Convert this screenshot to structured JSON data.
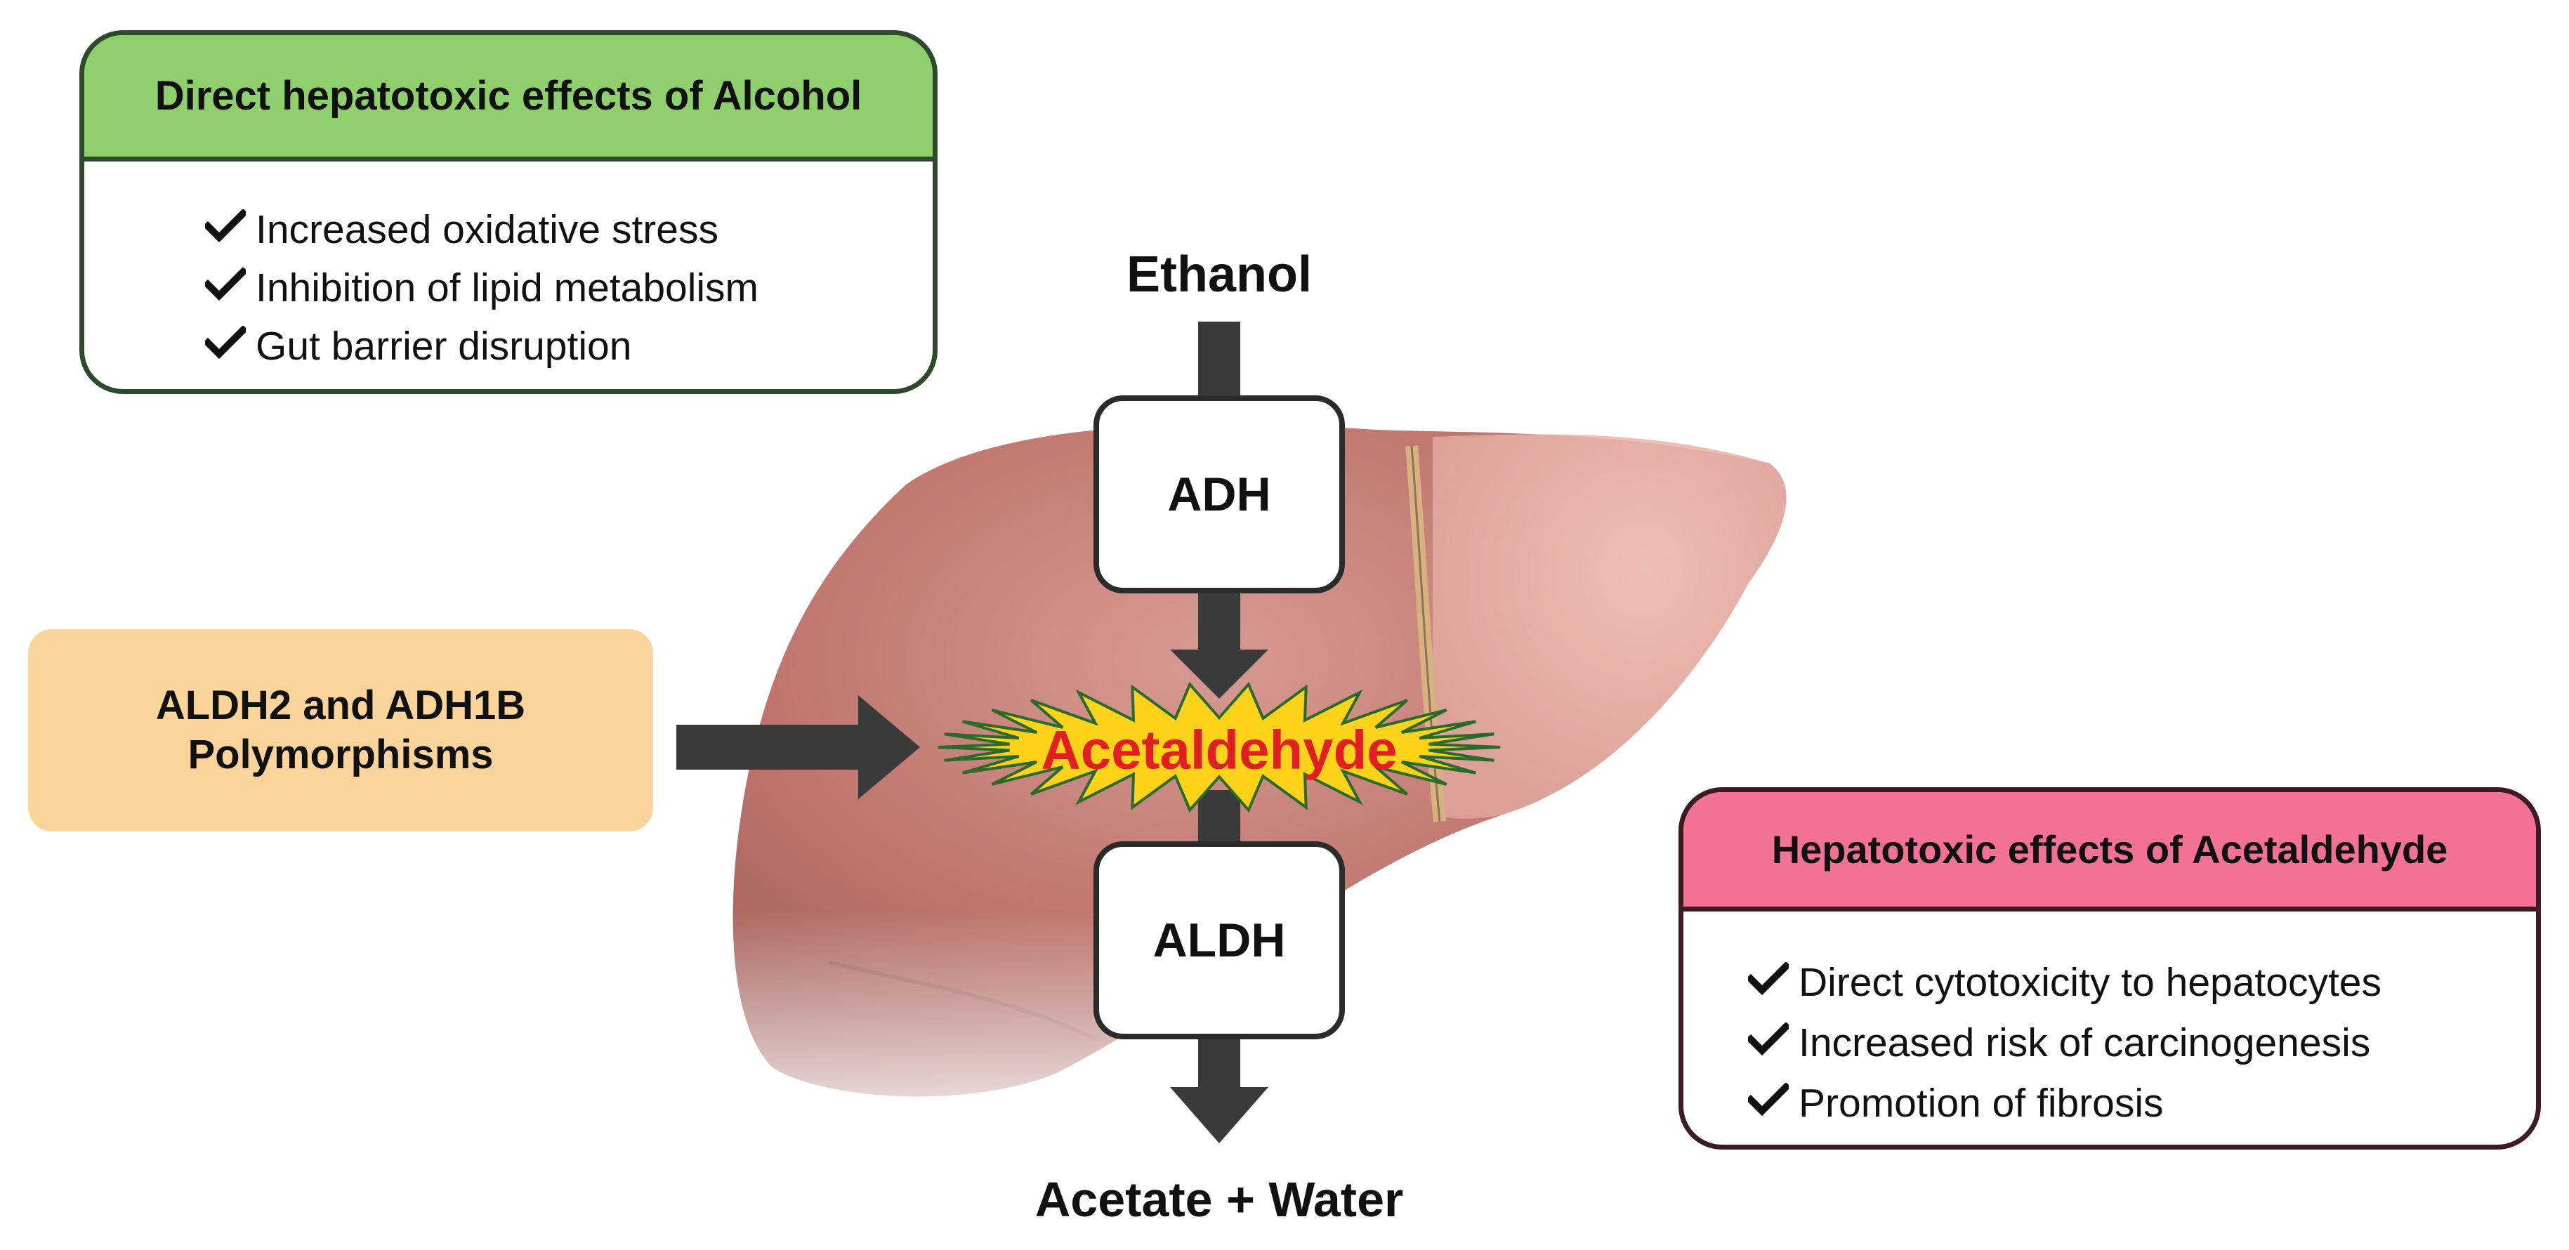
{
  "alcohol_panel": {
    "title": "Direct hepatotoxic effects of Alcohol",
    "items": [
      "Increased oxidative stress",
      "Inhibition of lipid metabolism",
      "Gut barrier disruption"
    ]
  },
  "polymorphisms": {
    "line1": "ALDH2 and ADH1B",
    "line2": "Polymorphisms"
  },
  "pathway": {
    "start": "Ethanol",
    "enzyme1": "ADH",
    "intermediate": "Acetaldehyde",
    "enzyme2": "ALDH",
    "end": "Acetate + Water"
  },
  "acetaldehyde_panel": {
    "title": "Hepatotoxic effects of Acetaldehyde",
    "items": [
      "Direct cytotoxicity to hepatocytes",
      "Increased risk of carcinogenesis",
      "Promotion of fibrosis"
    ]
  },
  "icons": {
    "check": "check-icon",
    "liver": "liver-illustration",
    "burst": "starburst-icon",
    "arrow": "arrow-icon"
  },
  "colors": {
    "alcohol_header": "#8fcf6d",
    "acetaldehyde_header": "#f27295",
    "polymorphism_box": "#fbd49b",
    "acetaldehyde_text": "#e02020",
    "burst_fill": "#ffd21a",
    "liver": "#b55a52",
    "arrow": "#3a3a3a"
  }
}
